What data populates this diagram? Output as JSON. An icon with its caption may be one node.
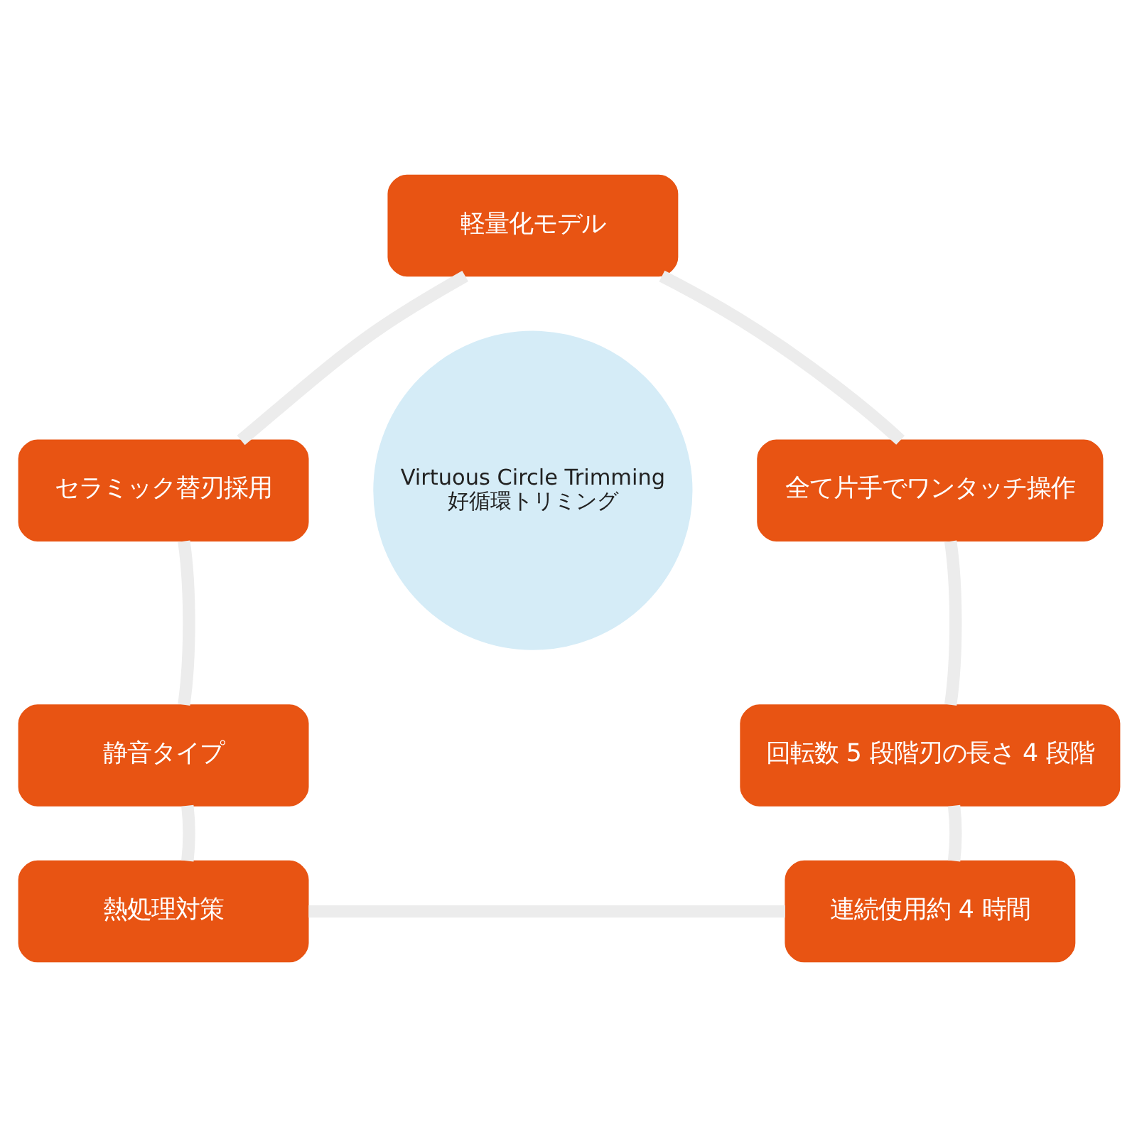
{
  "diagram": {
    "nodes": [
      {
        "text": [
          "軽量化モデル"
        ]
      },
      {
        "text": [
          "セラミック替刃採用"
        ]
      },
      {
        "text": [
          "Virtuous Circle Trimming",
          "好循環トリミング"
        ]
      },
      {
        "text": [
          "全て片手でワンタッチ操作"
        ]
      },
      {
        "text": [
          "静音タイプ"
        ]
      },
      {
        "text": [
          "回転数 5 段階刃の長さ 4 段階"
        ]
      },
      {
        "text": [
          "熱処理対策"
        ]
      },
      {
        "text": [
          "連続使用約 4 時間"
        ]
      }
    ],
    "edges": [
      {
        "from": 0,
        "to": 3,
        "arrow": "none"
      },
      {
        "from": 3,
        "to": 5,
        "arrow": "none"
      },
      {
        "from": 5,
        "to": 7,
        "arrow": "none"
      },
      {
        "from": 7,
        "to": 6,
        "arrow": "none"
      },
      {
        "from": 6,
        "to": 4,
        "arrow": "none"
      },
      {
        "from": 4,
        "to": 1,
        "arrow": "none"
      },
      {
        "from": 1,
        "to": 0,
        "arrow": "none"
      }
    ]
  }
}
